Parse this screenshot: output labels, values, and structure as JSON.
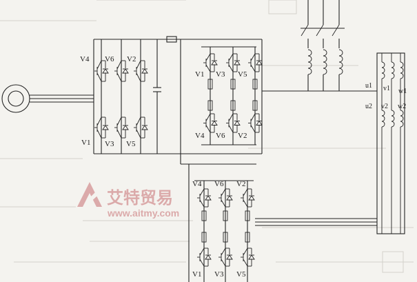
{
  "labels": {
    "inverter_top": [
      "V4",
      "V6",
      "V2"
    ],
    "inverter_bottom": [
      "V1",
      "V3",
      "V5"
    ],
    "bridge2_top": [
      "V1",
      "V3",
      "V5"
    ],
    "bridge2_bottom": [
      "V4",
      "V6",
      "V2"
    ],
    "bridge3_top": [
      "V4",
      "V6",
      "V2"
    ],
    "bridge3_bottom": [
      "V1",
      "V3",
      "V5"
    ],
    "motor_top": [
      "u1",
      "v1",
      "w1"
    ],
    "motor_bottom": [
      "u2",
      "v2",
      "w2"
    ]
  },
  "watermark": {
    "logo_letter": "A",
    "text": "艾特贸易",
    "url": "www.aitmy.com"
  },
  "colors": {
    "line": "#222222",
    "background": "#f4f3ef",
    "watermark": "#d9a3a3"
  }
}
